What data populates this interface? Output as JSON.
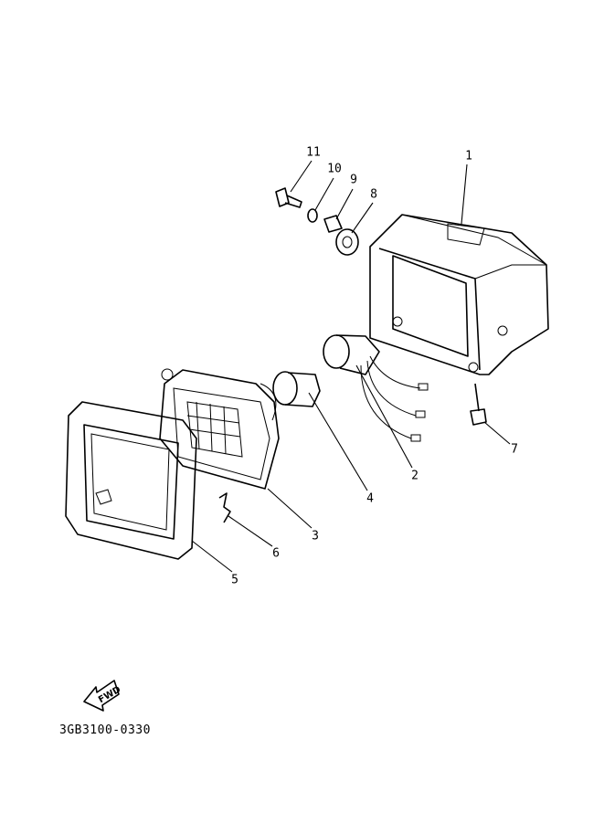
{
  "diagram": {
    "part_labels": [
      "1",
      "2",
      "3",
      "4",
      "5",
      "6",
      "7",
      "8",
      "9",
      "10",
      "11"
    ],
    "fwd_label": "FWD",
    "drawing_code": "3GB3100-0330"
  }
}
